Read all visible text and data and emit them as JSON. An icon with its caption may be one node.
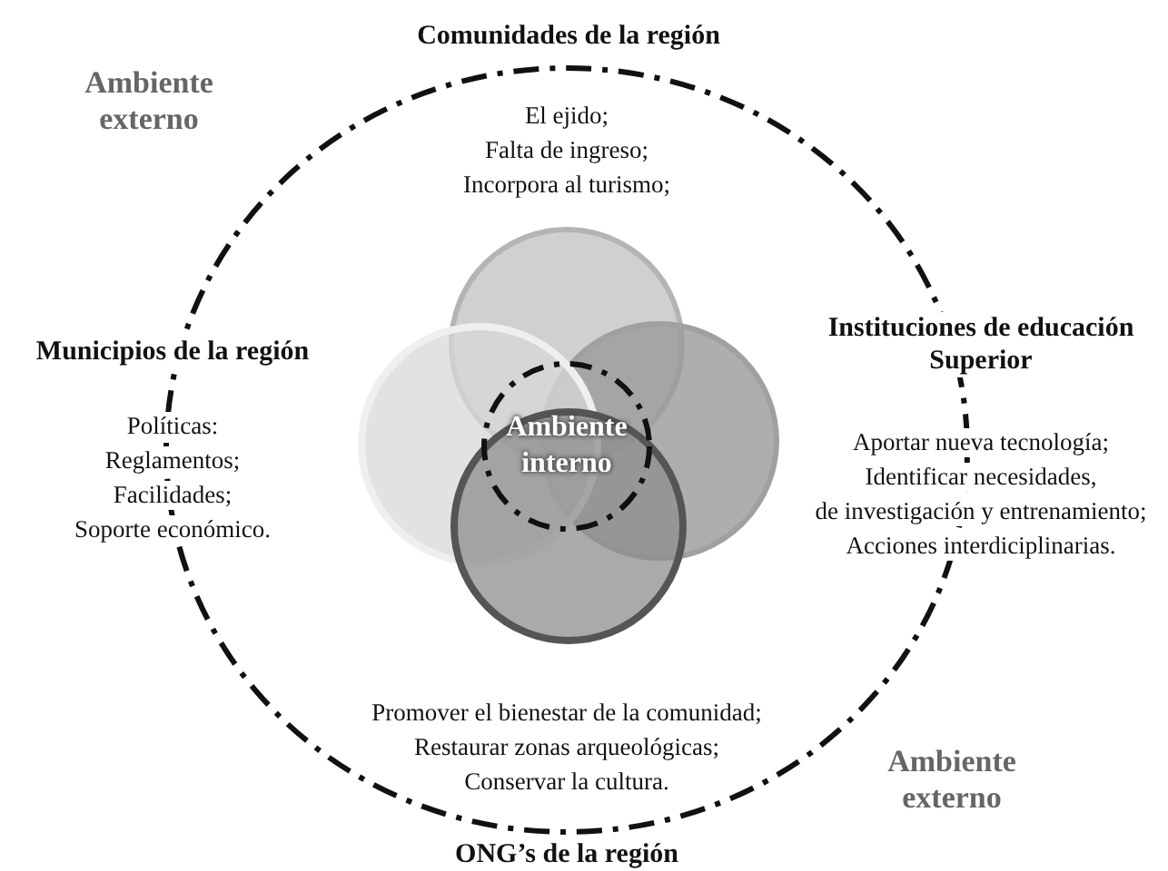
{
  "diagram": {
    "nodes": [
      {
        "text": [],
        "shape": "circle"
      },
      {
        "text": [],
        "shape": "circle",
        "in": 0
      },
      {
        "text": [],
        "shape": "circle",
        "in": 0
      },
      {
        "text": [],
        "shape": "circle",
        "in": 0
      },
      {
        "text": [],
        "shape": "circle",
        "in": 0
      },
      {
        "text": [
          "Ambiente interno"
        ],
        "in": 0
      }
    ],
    "labels": [
      "Comunidades de la región",
      "Ambiente externo",
      "El ejido;",
      "Falta de ingreso;",
      "Incorpora al turismo;",
      "Municipios de la región",
      "Instituciones de educación Superior",
      "Políticas:",
      "Reglamentos;",
      "Facilidades;",
      "Soporte económico.",
      "Aportar nueva tecnología;",
      "Identificar necesidades,",
      "de investigación y entrenamiento;",
      "Acciones interdiciplinarias.",
      "Promover el bienestar de la comunidad;",
      "Restaurar zonas arqueológicas;",
      "Conservar la cultura.",
      "Ambiente externo",
      "ONG’s de la región"
    ]
  }
}
